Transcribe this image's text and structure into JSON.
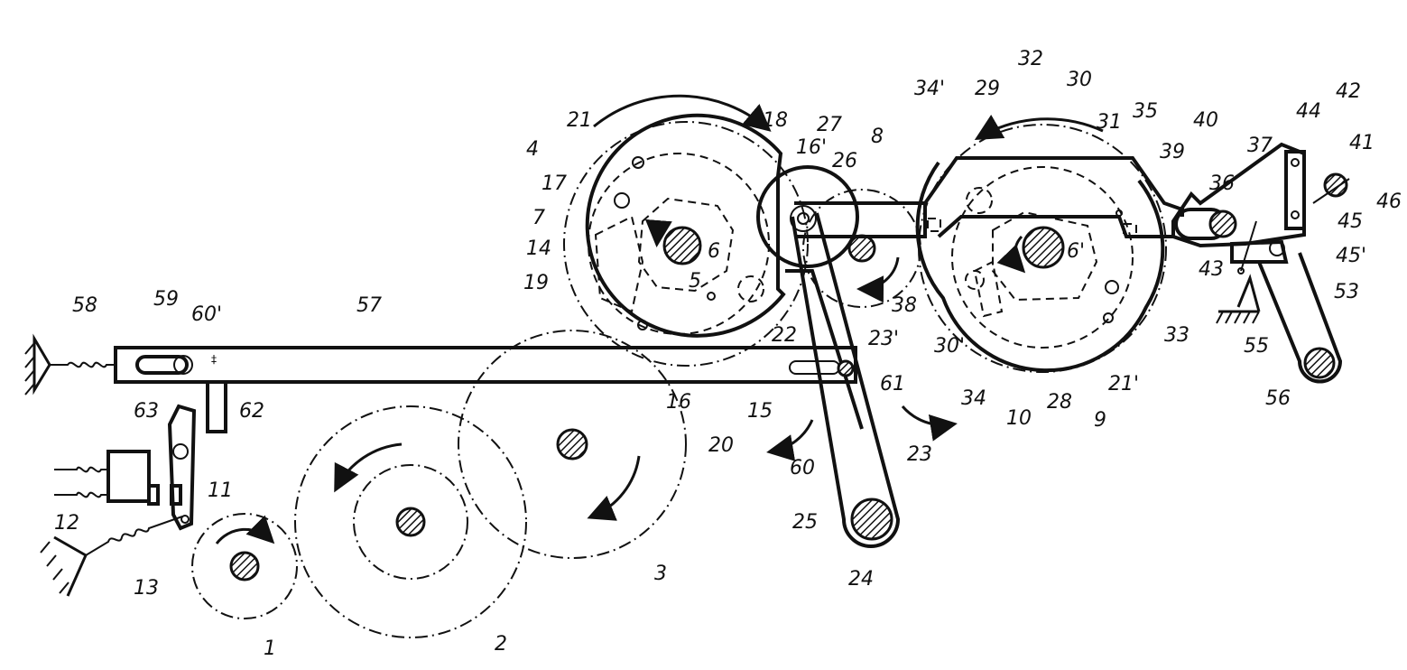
{
  "labels": {
    "l1": "1",
    "l2": "2",
    "l3": "3",
    "l4": "4",
    "l5": "5",
    "l6": "6",
    "l6p": "6'",
    "l7": "7",
    "l8": "8",
    "l9": "9",
    "l10": "10",
    "l11": "11",
    "l12": "12",
    "l13": "13",
    "l14": "14",
    "l15": "15",
    "l16": "16",
    "l16p": "16'",
    "l17": "17",
    "l18": "18",
    "l19": "19",
    "l20": "20",
    "l21": "21",
    "l21p": "21'",
    "l22": "22",
    "l23": "23",
    "l23p": "23'",
    "l24": "24",
    "l25": "25",
    "l26": "26",
    "l27": "27",
    "l28": "28",
    "l29": "29",
    "l30": "30",
    "l30p": "30'",
    "l31": "31",
    "l32": "32",
    "l33": "33",
    "l34": "34",
    "l34p": "34'",
    "l35": "35",
    "l36": "36",
    "l37": "37",
    "l38": "38",
    "l39": "39",
    "l40": "40",
    "l41": "41",
    "l42": "42",
    "l43": "43",
    "l44": "44",
    "l45": "45",
    "l45p": "45'",
    "l46": "46",
    "l53": "53",
    "l55": "55",
    "l56": "56",
    "l57": "57",
    "l58": "58",
    "l59": "59",
    "l60": "60",
    "l60p": "60'",
    "l61": "61",
    "l62": "62",
    "l63": "63"
  },
  "colors": {
    "ink": "#111111",
    "paper": "#ffffff"
  }
}
